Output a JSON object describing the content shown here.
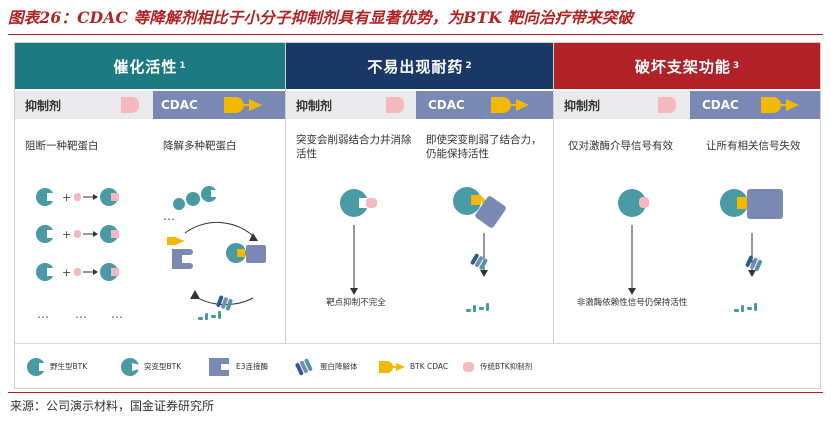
{
  "title": "图表26：CDAC 等降解剂相比于小分子抑制剂具有显著优势，为BTK 靶向治疗带来突破",
  "source": "来源：公司演示材料，国金证券研究所",
  "colors": {
    "teal": "#1e7a82",
    "navy": "#1a3866",
    "red": "#b02128",
    "target": "#4a9aa6",
    "e3": "#7a89b3",
    "inhibitor": "#f4b8be",
    "warhead": "#f3b800"
  },
  "columns": [
    {
      "header": "催化活性",
      "sup": "1",
      "tab_left": "抑制剂",
      "tab_right": "CDAC",
      "desc_left": "阻断一种靶蛋白",
      "desc_right": "降解多种靶蛋白",
      "dots": [
        "…",
        "…",
        "…"
      ]
    },
    {
      "header": "不易出现耐药",
      "sup": "2",
      "tab_left": "抑制剂",
      "tab_right": "CDAC",
      "desc_left": "突变会削弱结合力并消除活性",
      "desc_right": "即使突变削弱了结合力，仍能保持活性",
      "note_left": "靶点抑制不完全"
    },
    {
      "header": "破坏支架功能",
      "sup": "3",
      "tab_left": "抑制剂",
      "tab_right": "CDAC",
      "desc_left": "仅对激酶介导信号有效",
      "desc_right": "让所有相关信号失效",
      "note_left": "非激酶依赖性信号仍保持活性"
    }
  ],
  "legend": [
    {
      "icon": "wildtype-btk-icon",
      "label": "野生型BTK"
    },
    {
      "icon": "mutant-btk-icon",
      "label": "突变型BTK"
    },
    {
      "icon": "e3-ligase-icon",
      "label": "E3连接酶"
    },
    {
      "icon": "protein-fragment-icon",
      "label": "蛋白降解体"
    },
    {
      "icon": "btk-cdac-icon",
      "label": "BTK CDAC"
    },
    {
      "icon": "btk-inhibitor-icon",
      "label": "传统BTK抑制剂"
    }
  ]
}
